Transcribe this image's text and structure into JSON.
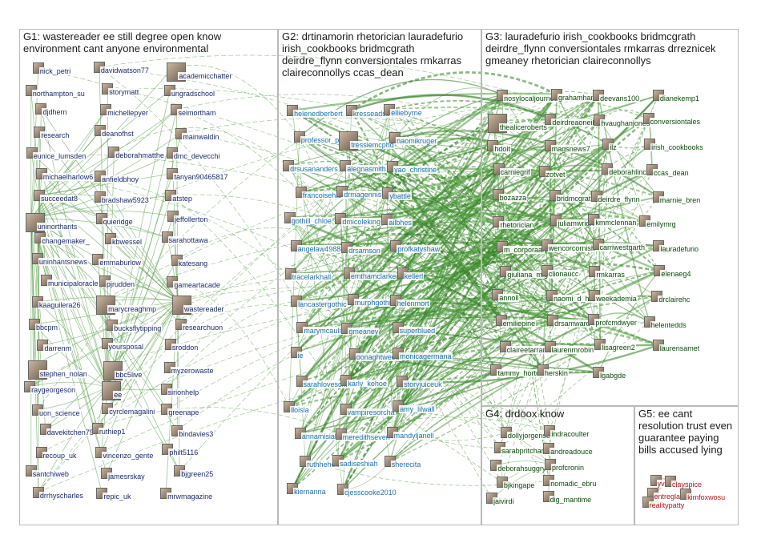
{
  "colors": {
    "edge": "#4f9a3e",
    "edge_dark": "#2f7d1f",
    "box": "#b9b9b9"
  },
  "groups": [
    {
      "id": "G1",
      "title": "G1: wastereader ee still degree open know environment cant anyone environmental",
      "label_color": "#1c2a6b",
      "nodes": [
        "nick_petri",
        "davidwatson77",
        "academicchatter",
        "northampton_su",
        "storymatt",
        "ungradschool",
        "djdhern",
        "michellepyer",
        "seimortham",
        "research",
        "deanofhst",
        "mainwaldin",
        "eunice_lumsden",
        "deborahmatthe",
        "dmc_devecchi",
        "michaelharlow6",
        "anfieldbhoy",
        "tanyan90465817",
        "succeedat8",
        "bradshaw5923",
        "atstep",
        "uninorthants",
        "quieridge",
        "jeffollerton",
        "changemaker_",
        "kbwessel",
        "sarahottawa",
        "uninhantsnews",
        "emmaburlow",
        "katesang",
        "municipaloracle",
        "pjrudden",
        "gameartacade",
        "kaaguilera26",
        "marycreaghmp",
        "wastereader",
        "bbcpm",
        "bucksflytipping",
        "researchuon",
        "darrenm",
        "yoursposal",
        "sroddon",
        "stephen_nolan",
        "bbc5live",
        "myzerowaste",
        "raygeorgeson",
        "ee",
        "sirionhelp",
        "uon_science",
        "cyrclemagalini",
        "greenape",
        "davekitchen75",
        "ruthiep1",
        "bindavies3",
        "recoup_uk",
        "vincenzo_gente",
        "philt5116",
        "santchiweb",
        "jamesrskay",
        "bjgreen25",
        "drrhyscharles",
        "repic_uk",
        "mrwmagazine"
      ]
    },
    {
      "id": "G2",
      "title": "G2: drtinamorin rhetorician lauradefurio irish_cookbooks bridmcgrath deirdre_flynn conversiontales rmkarras claireconnollys ccas_dean",
      "label_color": "#1f6fb0",
      "nodes": [
        "helenedberbert",
        "kresseadsbooks",
        "elliebyrne",
        "professor_pop",
        "tressiemcphd",
        "naomikruger",
        "drsusananders",
        "alegnasmith",
        "yao_christine",
        "francoisehahn",
        "drmagennis",
        "ybattle",
        "gothill_chloe",
        "dmicoleking",
        "ailbhes",
        "angelaw49888",
        "drsamson",
        "profkatyshaw",
        "tracelarkhall",
        "emthamclarke",
        "kellerl",
        "lancastergothic",
        "murphgothic",
        "helenmort",
        "marymcauliffe4",
        "gmeaney",
        "superblued",
        "ie",
        "oonaghtweets",
        "monicagermana",
        "sarahlovescrime",
        "karly_kehoe",
        "storyjuiceuk",
        "lloisla",
        "vampiresorcha",
        "amy_lilwall",
        "annamisiakfal",
        "meredithseven",
        "mandyljanell",
        "ruthheholt",
        "sadiseshiah",
        "sherecita",
        "kiernanna",
        "cjesscooke2010"
      ]
    },
    {
      "id": "G3",
      "title": "G3: lauradefurio irish_cookbooks bridmcgrath deirdre_flynn conversiontales rmkarras drreznicek gmeaney rhetorician claireconnollys",
      "label_color": "#0c4a0c",
      "nodes": [
        "nosylocaljournos",
        "grahamhanhiri",
        "deevans100",
        "dianekemp1",
        "thealiceroberts",
        "deirdreaoneill",
        "hvaughanjones",
        "conversiontales",
        "hdoit",
        "magsnews7",
        "ilz",
        "irish_cookbooks",
        "carniegrif",
        "zotvet",
        "deborahlincoln",
        "ccas_dean",
        "bozazza",
        "bridmcgrath",
        "deirdre_flynn",
        "marnie_bren",
        "rhetorician",
        "juliamwrightdal",
        "kmmclennan",
        "emilymrg",
        "m_corporaal",
        "wencorcornish",
        "carriwestgarth",
        "lauradefurio",
        "giuliana_miguell",
        "clionaucc",
        "rmkarras",
        "elenaeg4",
        "annoll",
        "naomi_d_harvey",
        "weekademia",
        "drclairehc",
        "emiliepine",
        "drsamward",
        "profcmdwyer",
        "helentedds",
        "claireetarrant",
        "laurenmrobin",
        "lisagreen2",
        "laurensamet",
        "tammy_horton",
        "herskin",
        "lgabgde"
      ]
    },
    {
      "id": "G4",
      "title": "G4: drdoox know",
      "label_color": "#0c4a0c",
      "nodes": [
        "dollyjorgensen",
        "indracoulter",
        "sarabpritchard",
        "andreadouce",
        "deborahsuggry",
        "profcronin",
        "bjkingape",
        "nomadic_ebru",
        "jaivirdi",
        "dig_mantime"
      ]
    },
    {
      "id": "G5",
      "title": "G5: ee cant resolution trust even guarantee paying bills accused lying",
      "label_color": "#b01818",
      "nodes": [
        "yvonneryf",
        "clayspice",
        "entreglaw",
        "kimfoxwosu",
        "realitypatty"
      ]
    }
  ]
}
